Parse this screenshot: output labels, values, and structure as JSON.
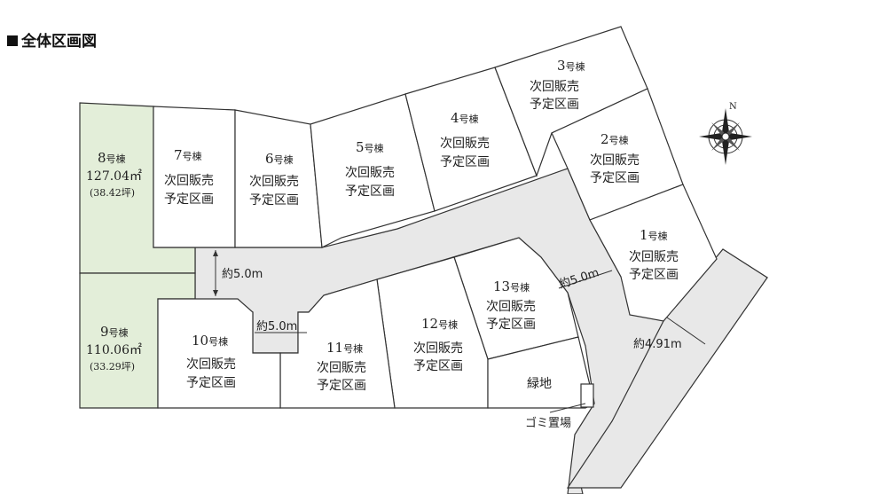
{
  "header": {
    "title": "全体区画図"
  },
  "lots": [
    {
      "id": "1",
      "number": "1",
      "suffix": "号棟",
      "line1": "次回販売",
      "line2": "予定区画"
    },
    {
      "id": "2",
      "number": "2",
      "suffix": "号棟",
      "line1": "次回販売",
      "line2": "予定区画"
    },
    {
      "id": "3",
      "number": "3",
      "suffix": "号棟",
      "line1": "次回販売",
      "line2": "予定区画"
    },
    {
      "id": "4",
      "number": "4",
      "suffix": "号棟",
      "line1": "次回販売",
      "line2": "予定区画"
    },
    {
      "id": "5",
      "number": "5",
      "suffix": "号棟",
      "line1": "次回販売",
      "line2": "予定区画"
    },
    {
      "id": "6",
      "number": "6",
      "suffix": "号棟",
      "line1": "次回販売",
      "line2": "予定区画"
    },
    {
      "id": "7",
      "number": "7",
      "suffix": "号棟",
      "line1": "次回販売",
      "line2": "予定区画"
    },
    {
      "id": "8",
      "number": "8",
      "suffix": "号棟",
      "area": "127.04㎡",
      "tsubo": "(38.42坪)",
      "highlight": true
    },
    {
      "id": "9",
      "number": "9",
      "suffix": "号棟",
      "area": "110.06㎡",
      "tsubo": "(33.29坪)",
      "highlight": true
    },
    {
      "id": "10",
      "number": "10",
      "suffix": "号棟",
      "line1": "次回販売",
      "line2": "予定区画"
    },
    {
      "id": "11",
      "number": "11",
      "suffix": "号棟",
      "line1": "次回販売",
      "line2": "予定区画"
    },
    {
      "id": "12",
      "number": "12",
      "suffix": "号棟",
      "line1": "次回販売",
      "line2": "予定区画"
    },
    {
      "id": "13",
      "number": "13",
      "suffix": "号棟",
      "line1": "次回販売",
      "line2": "予定区画"
    }
  ],
  "labels": {
    "green_space": "緑地",
    "garbage": "ゴミ置場",
    "road_width_left": "約5.0m",
    "road_width_notch": "約5.0m",
    "road_width_right": "約5.0m",
    "road_width_main": "約4.91m"
  },
  "compass": {
    "north_label": "N"
  },
  "colors": {
    "highlight_lot": "#e3eed9",
    "road": "#e8e8e8",
    "outline": "#333333"
  }
}
